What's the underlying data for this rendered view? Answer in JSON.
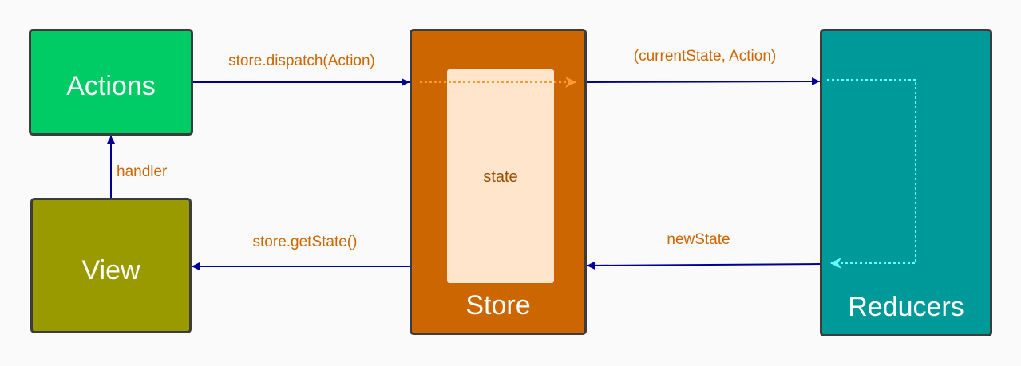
{
  "colors": {
    "background": "#fafafa",
    "actions": "#00cc66",
    "view": "#999900",
    "store": "#cc6600",
    "state_panel": "#fee5cc",
    "state_text": "#994c00",
    "reducers": "#009999",
    "edge_label": "#cc6600",
    "wire": "#000099",
    "dispatch_dotted": "#ff9933",
    "reducer_dotted": "#66ffff"
  },
  "nodes": {
    "actions": "Actions",
    "view": "View",
    "store": "Store",
    "state": "state",
    "reducers": "Reducers"
  },
  "edges": {
    "dispatch": "store.dispatch(Action)",
    "current_state_action": "(currentState, Action)",
    "handler": "handler",
    "get_state": "store.getState()",
    "new_state": "newState"
  }
}
